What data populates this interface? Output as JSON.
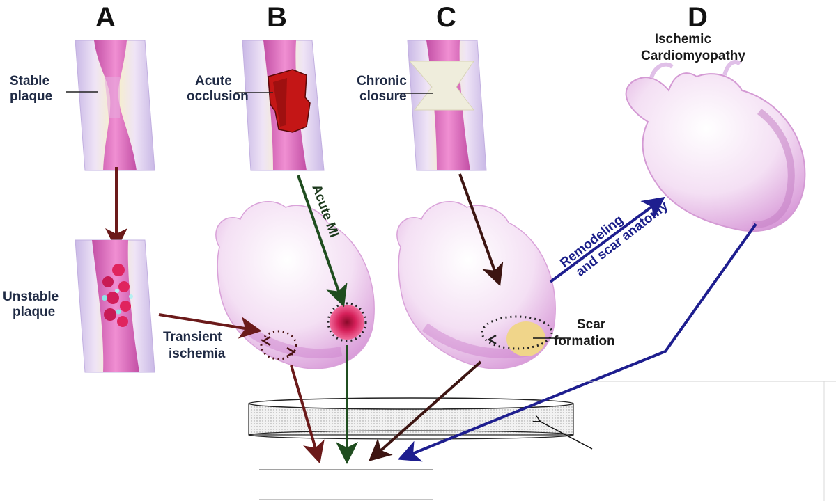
{
  "panels": {
    "a": "A",
    "b": "B",
    "c": "C",
    "d": "D"
  },
  "labels": {
    "stable_plaque": [
      "Stable",
      "plaque"
    ],
    "unstable_plaque": [
      "Unstable",
      "plaque"
    ],
    "acute_occlusion": [
      "Acute",
      "occlusion"
    ],
    "chronic_closure": [
      "Chronic",
      "closure"
    ],
    "ischemic_cardiomyopathy": [
      "Ischemic",
      "Cardiomyopathy"
    ],
    "transient_ischemia": [
      "Transient",
      "ischemia"
    ],
    "acute_mi": "Acute MI",
    "remodeling": [
      "Remodeling",
      "and scar anatomy"
    ],
    "scar_formation": [
      "Scar",
      "formation"
    ]
  },
  "colors": {
    "brown_arrow": "#6b1a1a",
    "green_arrow": "#1f4d1f",
    "dark_brown_arrow": "#3d1512",
    "blue_arrow": "#1e1e8f",
    "vessel_wall": "#d8c8ec",
    "lumen": "#e07ac0",
    "heart": "#ecc8ec",
    "thrombus": "#c41616",
    "scar": "#f0d58a"
  }
}
